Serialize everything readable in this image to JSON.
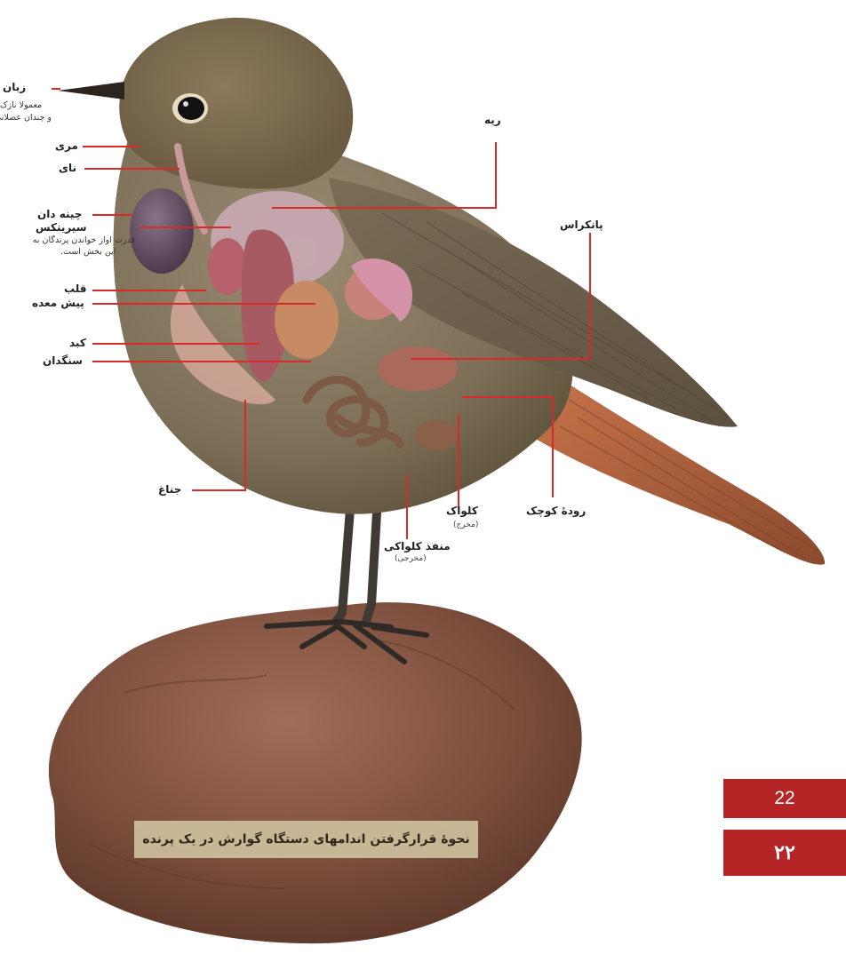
{
  "labels": {
    "tongue": "زبان",
    "tongue_note_1": "معمولا نازک",
    "tongue_note_2": "و چندان عضلانی نیست",
    "esophagus": "مری",
    "trachea": "نای",
    "crop": "چینه دان",
    "syrinx": "سیرینکس",
    "syrinx_note_1": "قدرت آواز خواندن پرندگان به",
    "syrinx_note_2": "این بخش است.",
    "heart": "قلب",
    "proventriculus": "پیش معده",
    "liver": "کبد",
    "gizzard": "سنگدان",
    "wing": "جناغ",
    "lung": "ریه",
    "pancreas": "پانکراس",
    "small_intestine": "رودهٔ کوچک",
    "cloaca": "کلواک",
    "cloaca_note": "(مخرج)",
    "vent": "منفذ کلواکی",
    "vent_note": "(مخرجی)"
  },
  "caption": "نحوهٔ قرارگرفتن اندامهای دستگاه گوارش در یک پرنده",
  "page_number_latin": "22",
  "page_number_persian": "۲۲",
  "colors": {
    "leader_line": "#d92a2a",
    "page_box": "#b52525",
    "caption_bg": "#cdbf9c"
  }
}
